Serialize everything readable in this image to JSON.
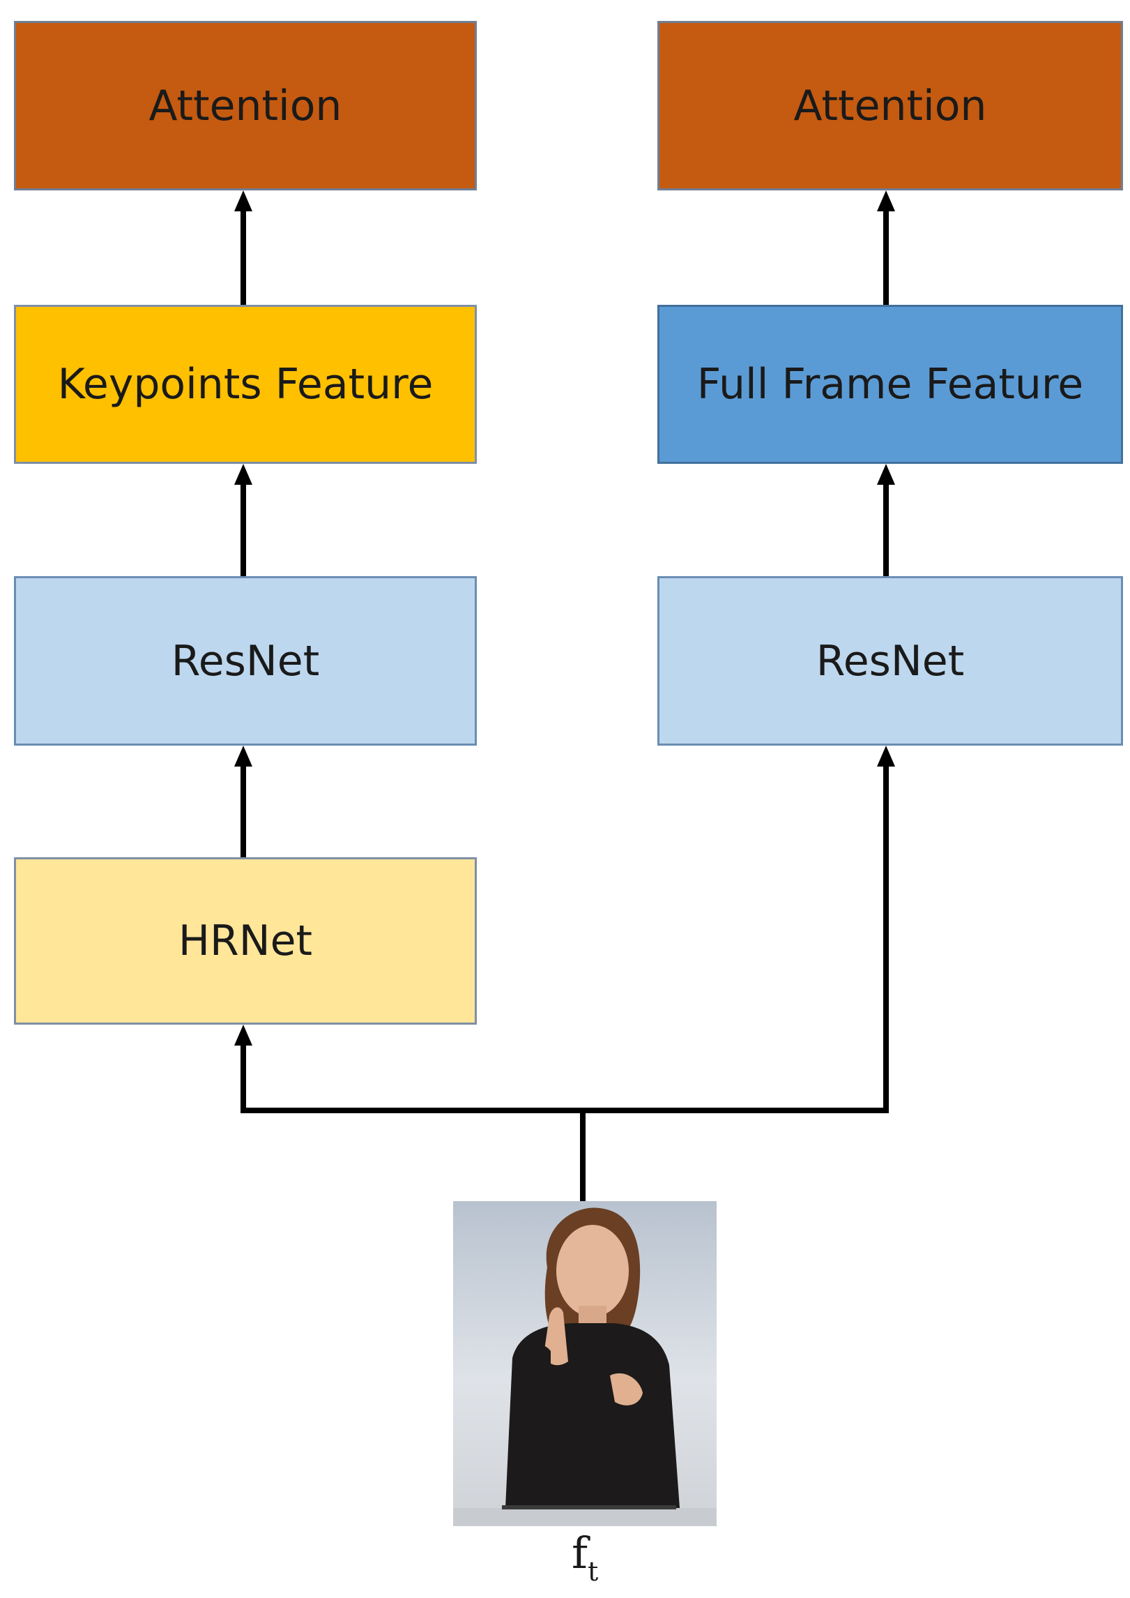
{
  "left_branch": {
    "attention": "Attention",
    "feature": "Keypoints Feature",
    "resnet": "ResNet",
    "hrnet": "HRNet"
  },
  "right_branch": {
    "attention": "Attention",
    "feature": "Full Frame Feature",
    "resnet": "ResNet"
  },
  "input": {
    "label_base": "f",
    "label_subscript": "t"
  },
  "colors": {
    "attention": "#C55A11",
    "keypoints_feature": "#FFC000",
    "full_frame_feature": "#5B9BD5",
    "resnet": "#BDD7EE",
    "hrnet": "#FFE699",
    "arrow": "#000000"
  }
}
